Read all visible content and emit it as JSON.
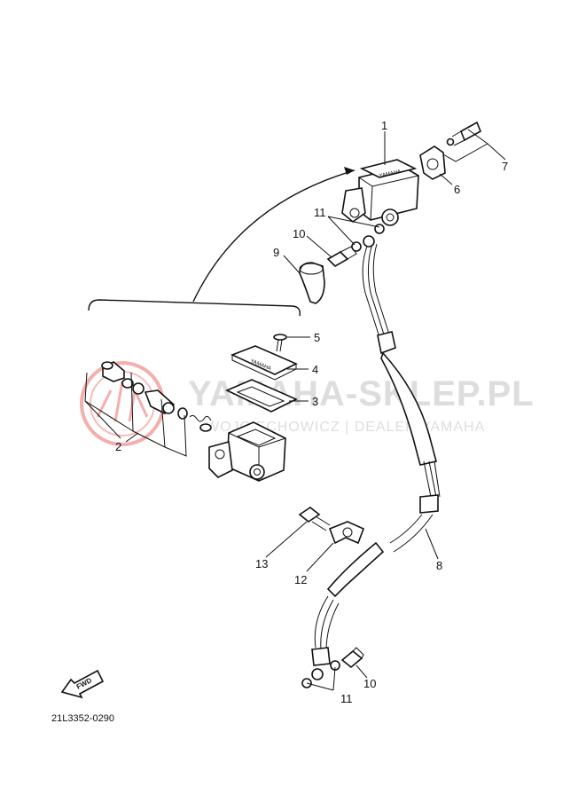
{
  "watermark": {
    "title": "YAMAHA-SKLEP.PL",
    "subtitle": "WOJCIECHOWICZ | DEALER YAMAHA",
    "color": "#f08080"
  },
  "fwd_label": "FWD",
  "diagram_code": "21L3352-0290",
  "callouts": [
    {
      "id": "1",
      "label": "1"
    },
    {
      "id": "2",
      "label": "2"
    },
    {
      "id": "3",
      "label": "3"
    },
    {
      "id": "4",
      "label": "4"
    },
    {
      "id": "5",
      "label": "5"
    },
    {
      "id": "6",
      "label": "6"
    },
    {
      "id": "7",
      "label": "7"
    },
    {
      "id": "8",
      "label": "8"
    },
    {
      "id": "9",
      "label": "9"
    },
    {
      "id": "10a",
      "label": "10"
    },
    {
      "id": "10b",
      "label": "10"
    },
    {
      "id": "11a",
      "label": "11"
    },
    {
      "id": "11b",
      "label": "11"
    },
    {
      "id": "12",
      "label": "12"
    },
    {
      "id": "13",
      "label": "13"
    }
  ]
}
